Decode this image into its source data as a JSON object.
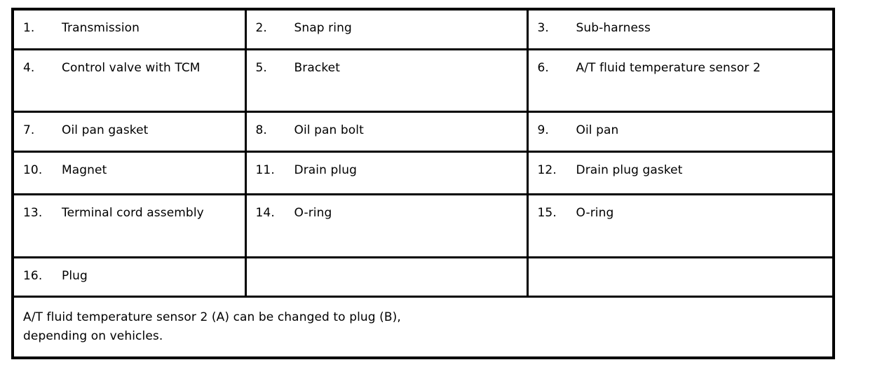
{
  "table": {
    "rows": [
      [
        {
          "num": "1.",
          "label": "Transmission"
        },
        {
          "num": "2.",
          "label": "Snap ring"
        },
        {
          "num": "3.",
          "label": "Sub-harness"
        }
      ],
      [
        {
          "num": "4.",
          "label": "Control valve with TCM"
        },
        {
          "num": "5.",
          "label": "Bracket"
        },
        {
          "num": "6.",
          "label": "A/T fluid temperature sensor 2"
        }
      ],
      [
        {
          "num": "7.",
          "label": "Oil pan gasket"
        },
        {
          "num": "8.",
          "label": "Oil pan bolt"
        },
        {
          "num": "9.",
          "label": "Oil pan"
        }
      ],
      [
        {
          "num": "10.",
          "label": "Magnet"
        },
        {
          "num": "11.",
          "label": "Drain plug"
        },
        {
          "num": "12.",
          "label": "Drain plug gasket"
        }
      ],
      [
        {
          "num": "13.",
          "label": "Terminal cord assembly"
        },
        {
          "num": "14.",
          "label": "O-ring"
        },
        {
          "num": "15.",
          "label": "O-ring"
        }
      ],
      [
        {
          "num": "16.",
          "label": "Plug"
        },
        {
          "num": "",
          "label": ""
        },
        {
          "num": "",
          "label": ""
        }
      ]
    ],
    "note": {
      "line1": "A/T fluid temperature sensor 2 (A) can be changed to plug (B),",
      "line2": "depending on vehicles."
    }
  },
  "colors": {
    "border": "#000000",
    "background": "#ffffff",
    "text": "#000000"
  }
}
